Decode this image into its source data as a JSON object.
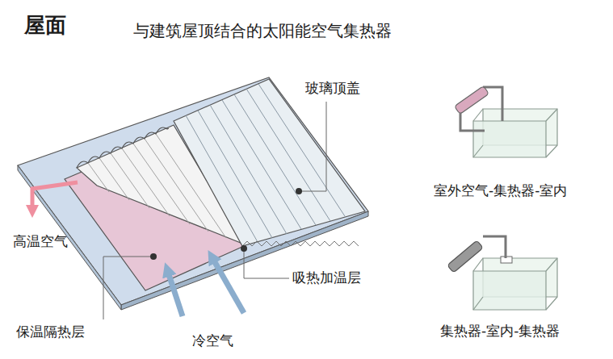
{
  "diagram": {
    "title": "屋面",
    "caption": "与建筑屋顶结合的太阳能空气集热器",
    "labels": [
      "玻璃顶盖",
      "高温空气",
      "吸热加温层",
      "保温隔热层",
      "冷空气",
      "室外空气-集热器-室内",
      "集热器-室内-集热器"
    ]
  }
}
